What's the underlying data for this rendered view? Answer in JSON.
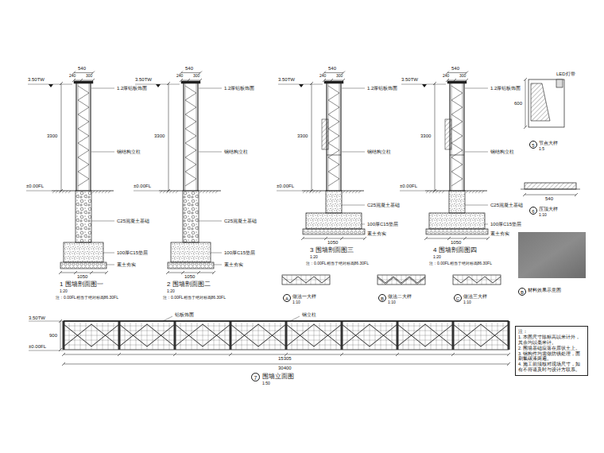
{
  "diagram": {
    "nodes": [
      {
        "text": [
          "注：",
          "1. 本图尺寸除标高以米计外，其余均以毫米计。",
          "2. 围墙基础应落在原状土上。",
          "3. 钢构件均需做防锈处理，面刷氟碳漆两遍。",
          "4. 施工前须核对现场尺寸，如有不符请及时与设计方联系。"
        ]
      }
    ],
    "labels": [
      "3.50TW",
      "540",
      "240",
      "300",
      "3300",
      "±0.00FL",
      "1.2厚铝板饰面",
      "钢结构立柱",
      "C25混凝土基础",
      "100厚C15垫层",
      "素土夯实",
      "1050",
      "1 围墙剖面图一",
      "1:20",
      "注：0.00FL相当于绝对标高86.30FL",
      "3.50TW",
      "540",
      "240",
      "300",
      "3300",
      "±0.00FL",
      "1.2厚铝板饰面",
      "钢结构立柱",
      "C25混凝土基础",
      "100厚C15垫层",
      "素土夯实",
      "1050",
      "2 围墙剖面图二",
      "1:20",
      "注：0.00FL相当于绝对标高86.30FL",
      "3.50TW",
      "540",
      "240",
      "300",
      "3300",
      "±0.00FL",
      "1.2厚铝板饰面",
      "钢结构立柱",
      "C25混凝土基础",
      "100厚C15垫层",
      "素土夯实",
      "1050",
      "3 围墙剖面图三",
      "1:20",
      "注：0.00FL相当于绝对标高86.30FL",
      "3.50TW",
      "540",
      "240",
      "300",
      "3300",
      "±0.00FL",
      "1.2厚铝板饰面",
      "钢结构立柱",
      "C25混凝土基础",
      "100厚C15垫层",
      "素土夯实",
      "1050",
      "4 围墙剖面图四",
      "1:20",
      "注：0.00FL相当于绝对标高86.30FL",
      "A",
      "做法一大样",
      "1:10",
      "B",
      "做法二大样",
      "1:10",
      "C",
      "做法三大样",
      "1:10",
      "5",
      "节点大样",
      "1:5",
      "LED灯带",
      "600",
      "6",
      "压顶大样",
      "1:10",
      "540",
      "B",
      "材料效果示意图",
      "3.50TW",
      "±0.00FL",
      "900",
      "15305",
      "30400",
      "7",
      "围墙立面图",
      "1:50",
      "铝板饰面",
      "钢立柱"
    ]
  }
}
